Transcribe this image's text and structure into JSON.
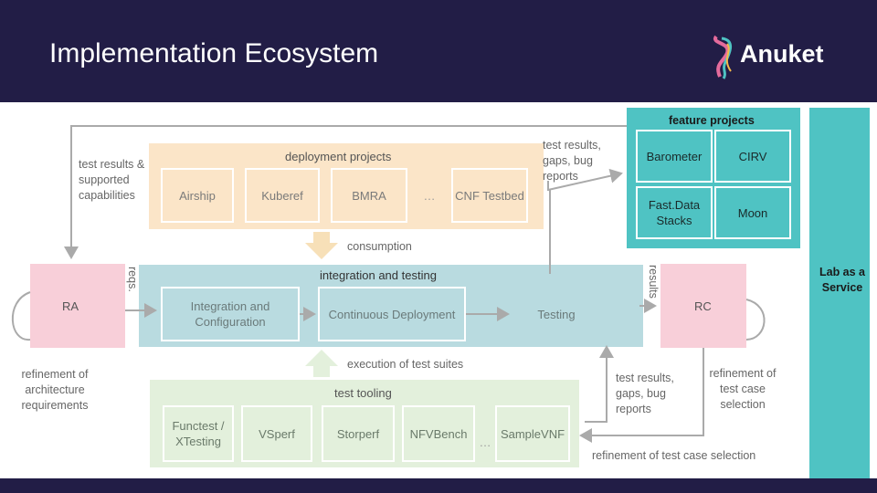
{
  "header": {
    "title": "Implementation Ecosystem",
    "logo_text": "Anuket"
  },
  "feature_projects": {
    "label": "feature projects",
    "items": [
      "Barometer",
      "CIRV",
      "Fast.Data Stacks",
      "Moon"
    ]
  },
  "deployment_projects": {
    "label": "deployment projects",
    "items": [
      "Airship",
      "Kuberef",
      "BMRA",
      "…",
      "CNF Testbed"
    ]
  },
  "integration": {
    "label": "integration and testing",
    "items": [
      "Integration and Configuration",
      "Continuous Deployment",
      "Testing"
    ]
  },
  "test_tooling": {
    "label": "test tooling",
    "items": [
      "Functest / XTesting",
      "VSperf",
      "Storperf",
      "NFVBench",
      "…",
      "SampleVNF"
    ]
  },
  "labels": {
    "test_results_supported": "test results & supported capabilities",
    "test_results_gaps_top": "test results, gaps, bug reports",
    "consumption": "consumption",
    "reqs": "reqs.",
    "results": "results",
    "ra": "RA",
    "rc": "RC",
    "refinement_arch": "refinement of architecture requirements",
    "execution": "execution of test suites",
    "test_results_gaps_bottom": "test results, gaps, bug reports",
    "refinement_test_case": "refinement of test case selection",
    "refinement_test_case_selection": "refinement of test case selection",
    "lab_service": "Lab as a Service"
  },
  "colors": {
    "header": "#221d46",
    "teal": "#4fc3c3",
    "orange": "#fbe5c8",
    "blue": "#b9dbe0",
    "green": "#e3f0dc",
    "pink": "#f8cfd9"
  }
}
